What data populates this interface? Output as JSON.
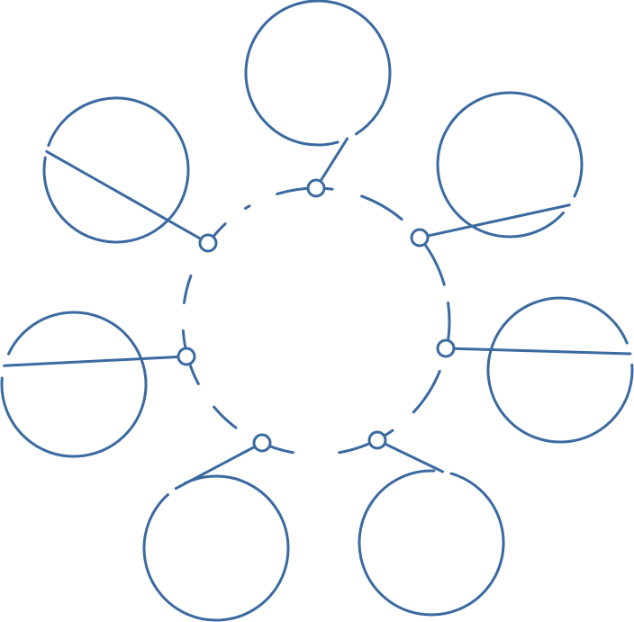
{
  "diagram": {
    "kind": "radial-cluster",
    "stroke_color": "#3b6aa0",
    "background": "#ffffff",
    "hub": {
      "label": ""
    },
    "nodes": [
      {
        "id": "top",
        "label": ""
      },
      {
        "id": "upper-right",
        "label": ""
      },
      {
        "id": "right",
        "label": ""
      },
      {
        "id": "lower-right",
        "label": ""
      },
      {
        "id": "lower-left",
        "label": ""
      },
      {
        "id": "left",
        "label": ""
      },
      {
        "id": "upper-left",
        "label": ""
      }
    ]
  }
}
